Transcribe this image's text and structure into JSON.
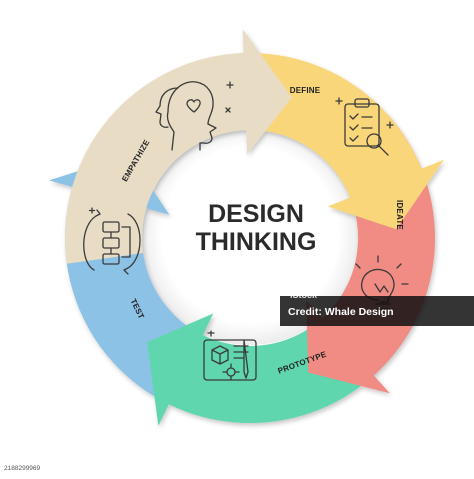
{
  "diagram": {
    "title_line1": "DESIGN",
    "title_line2": "THINKING",
    "stages": [
      {
        "key": "empathize",
        "label": "EMPATHIZE",
        "color": "#e8dcc5",
        "icon": "head-profile-icon"
      },
      {
        "key": "define",
        "label": "DEFINE",
        "color": "#f9d679",
        "icon": "clipboard-magnifier-icon"
      },
      {
        "key": "ideate",
        "label": "IDEATE",
        "color": "#f08c84",
        "icon": "lightbulb-icon"
      },
      {
        "key": "prototype",
        "label": "PROTOTYPE",
        "color": "#5fd6ad",
        "icon": "blueprint-pencil-icon"
      },
      {
        "key": "test",
        "label": "TEST",
        "color": "#8cc2e6",
        "icon": "flowchart-loop-icon"
      }
    ]
  },
  "watermark": {
    "brand": "iStock",
    "credit": "Credit: Whale Design"
  },
  "image_id": "2188299969"
}
